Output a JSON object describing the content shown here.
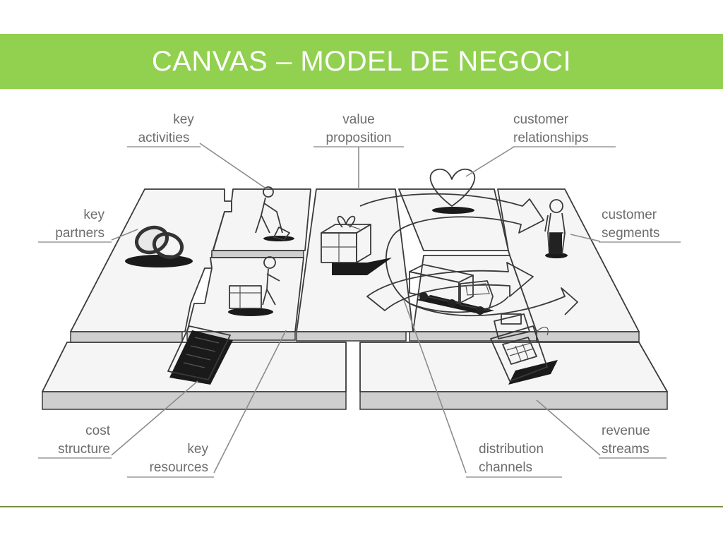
{
  "title": "CANVAS – MODEL DE NEGOCI",
  "labels": {
    "key_activities": [
      "key",
      "activities"
    ],
    "value_proposition": [
      "value",
      "proposition"
    ],
    "customer_relationships": [
      "customer",
      "relationships"
    ],
    "key_partners": [
      "key",
      "partners"
    ],
    "customer_segments": [
      "customer",
      "segments"
    ],
    "cost_structure": [
      "cost",
      "structure"
    ],
    "key_resources": [
      "key",
      "resources"
    ],
    "distribution_channels": [
      "distribution",
      "channels"
    ],
    "revenue_streams": [
      "revenue",
      "streams"
    ]
  },
  "colors": {
    "title_bar": "#92d050",
    "title_text": "#ffffff",
    "bottom_rule": "#77933c",
    "label_text": "#6d6d6d"
  },
  "icons": [
    "rings-icon",
    "digging-person-icon",
    "person-with-package-icon",
    "contract-paper-icon",
    "gift-box-icon",
    "heart-icon",
    "person-icon",
    "truck-icon",
    "cash-register-icon"
  ]
}
